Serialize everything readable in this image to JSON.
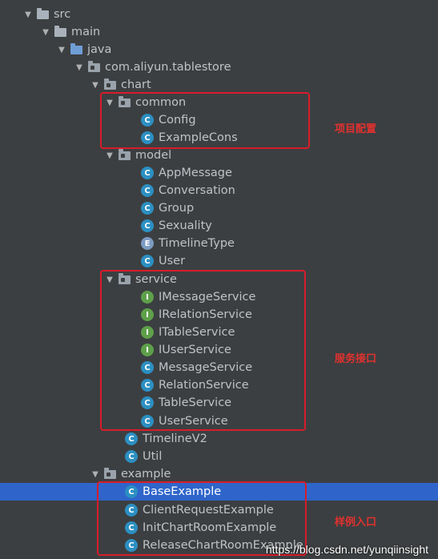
{
  "colors": {
    "background": "#3c3f41",
    "selection": "#2f65ca",
    "annotation_red": "#d81c2a"
  },
  "tree": [
    {
      "label": "src",
      "icon": "folder-icon",
      "kind": "plain",
      "arrow": "expanded"
    },
    {
      "label": "main",
      "icon": "folder-icon",
      "kind": "plain",
      "arrow": "expanded"
    },
    {
      "label": "java",
      "icon": "source-folder-icon",
      "kind": "src",
      "arrow": "expanded"
    },
    {
      "label": "com.aliyun.tablestore",
      "icon": "package-icon",
      "kind": "pkg",
      "arrow": "expanded"
    },
    {
      "label": "chart",
      "icon": "package-icon",
      "kind": "pkg",
      "arrow": "expanded"
    },
    {
      "label": "common",
      "icon": "package-icon",
      "kind": "pkg",
      "arrow": "expanded"
    },
    {
      "label": "Config",
      "icon": "class-icon",
      "kind": "class"
    },
    {
      "label": "ExampleCons",
      "icon": "class-icon",
      "kind": "class"
    },
    {
      "label": "model",
      "icon": "package-icon",
      "kind": "pkg",
      "arrow": "expanded"
    },
    {
      "label": "AppMessage",
      "icon": "class-icon",
      "kind": "class"
    },
    {
      "label": "Conversation",
      "icon": "class-icon",
      "kind": "class"
    },
    {
      "label": "Group",
      "icon": "class-icon",
      "kind": "class"
    },
    {
      "label": "Sexuality",
      "icon": "class-icon",
      "kind": "class"
    },
    {
      "label": "TimelineType",
      "icon": "enum-icon",
      "kind": "enum"
    },
    {
      "label": "User",
      "icon": "class-icon",
      "kind": "class"
    },
    {
      "label": "service",
      "icon": "package-icon",
      "kind": "pkg",
      "arrow": "expanded"
    },
    {
      "label": "IMessageService",
      "icon": "interface-icon",
      "kind": "iface"
    },
    {
      "label": "IRelationService",
      "icon": "interface-icon",
      "kind": "iface"
    },
    {
      "label": "ITableService",
      "icon": "interface-icon",
      "kind": "iface"
    },
    {
      "label": "IUserService",
      "icon": "interface-icon",
      "kind": "iface"
    },
    {
      "label": "MessageService",
      "icon": "class-icon",
      "kind": "class"
    },
    {
      "label": "RelationService",
      "icon": "class-icon",
      "kind": "class"
    },
    {
      "label": "TableService",
      "icon": "class-icon",
      "kind": "class"
    },
    {
      "label": "UserService",
      "icon": "class-icon",
      "kind": "class"
    },
    {
      "label": "TimelineV2",
      "icon": "class-icon",
      "kind": "class"
    },
    {
      "label": "Util",
      "icon": "class-icon",
      "kind": "class"
    },
    {
      "label": "example",
      "icon": "package-icon",
      "kind": "pkg",
      "arrow": "expanded"
    },
    {
      "label": "BaseExample",
      "icon": "class-icon",
      "kind": "class",
      "selected": true
    },
    {
      "label": "ClientRequestExample",
      "icon": "class-icon",
      "kind": "class"
    },
    {
      "label": "InitChartRoomExample",
      "icon": "class-icon",
      "kind": "class"
    },
    {
      "label": "ReleaseChartRoomExample",
      "icon": "class-icon",
      "kind": "class"
    }
  ],
  "annotations": {
    "common": "项目配置",
    "service": "服务接口",
    "example": "样例入口"
  },
  "watermark": "https://blog.csdn.net/yunqiinsight"
}
